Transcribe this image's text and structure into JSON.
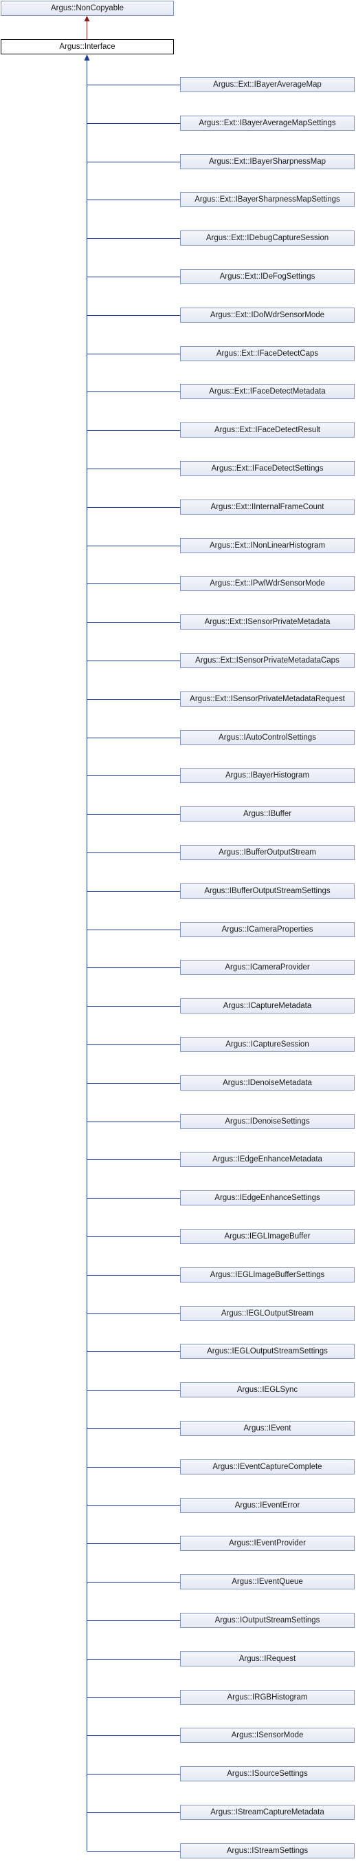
{
  "base": {
    "label": "Argus::NonCopyable",
    "edge_color": "#8b1a1a"
  },
  "root": {
    "label": "Argus::Interface"
  },
  "edge_color": "#1f3b99",
  "children": [
    "Argus::Ext::IBayerAverageMap",
    "Argus::Ext::IBayerAverageMapSettings",
    "Argus::Ext::IBayerSharpnessMap",
    "Argus::Ext::IBayerSharpnessMapSettings",
    "Argus::Ext::IDebugCaptureSession",
    "Argus::Ext::IDeFogSettings",
    "Argus::Ext::IDolWdrSensorMode",
    "Argus::Ext::IFaceDetectCaps",
    "Argus::Ext::IFaceDetectMetadata",
    "Argus::Ext::IFaceDetectResult",
    "Argus::Ext::IFaceDetectSettings",
    "Argus::Ext::IInternalFrameCount",
    "Argus::Ext::INonLinearHistogram",
    "Argus::Ext::IPwlWdrSensorMode",
    "Argus::Ext::ISensorPrivateMetadata",
    "Argus::Ext::ISensorPrivateMetadataCaps",
    "Argus::Ext::ISensorPrivateMetadataRequest",
    "Argus::IAutoControlSettings",
    "Argus::IBayerHistogram",
    "Argus::IBuffer",
    "Argus::IBufferOutputStream",
    "Argus::IBufferOutputStreamSettings",
    "Argus::ICameraProperties",
    "Argus::ICameraProvider",
    "Argus::ICaptureMetadata",
    "Argus::ICaptureSession",
    "Argus::IDenoiseMetadata",
    "Argus::IDenoiseSettings",
    "Argus::IEdgeEnhanceMetadata",
    "Argus::IEdgeEnhanceSettings",
    "Argus::IEGLImageBuffer",
    "Argus::IEGLImageBufferSettings",
    "Argus::IEGLOutputStream",
    "Argus::IEGLOutputStreamSettings",
    "Argus::IEGLSync",
    "Argus::IEvent",
    "Argus::IEventCaptureComplete",
    "Argus::IEventError",
    "Argus::IEventProvider",
    "Argus::IEventQueue",
    "Argus::IOutputStreamSettings",
    "Argus::IRequest",
    "Argus::IRGBHistogram",
    "Argus::ISensorMode",
    "Argus::ISourceSettings",
    "Argus::IStreamCaptureMetadata",
    "Argus::IStreamSettings"
  ]
}
